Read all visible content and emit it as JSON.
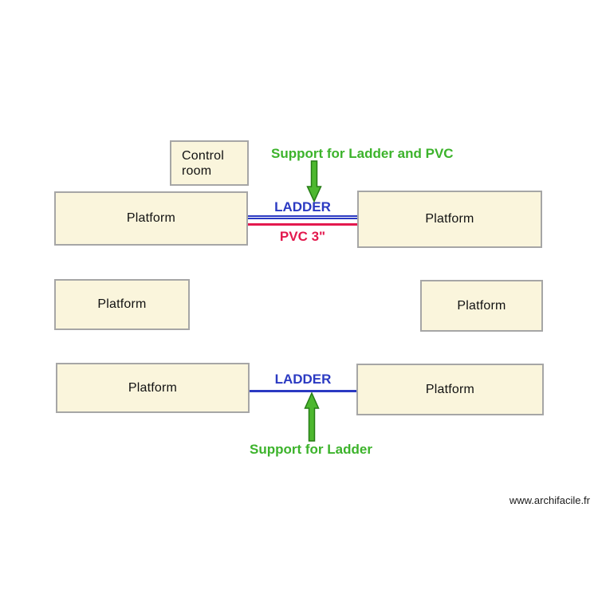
{
  "boxes": [
    {
      "label": "Control room"
    },
    {
      "label": "Platform"
    },
    {
      "label": "Platform"
    },
    {
      "label": "Platform"
    },
    {
      "label": "Platform"
    },
    {
      "label": "Platform"
    },
    {
      "label": "Platform"
    }
  ],
  "connectors": {
    "top_ladder": {
      "label": "LADDER"
    },
    "top_pvc": {
      "label": "PVC 3\""
    },
    "bottom_ladder": {
      "label": "LADDER"
    }
  },
  "annotations": {
    "top": {
      "label": "Support for Ladder and PVC"
    },
    "bottom": {
      "label": "Support for Ladder"
    }
  },
  "watermark": {
    "label": "www.archifacile.fr"
  },
  "colors": {
    "box_fill": "#FAF5DC",
    "box_border": "#A6A6A6",
    "ladder_blue": "#2B3AC2",
    "pvc_red": "#E3194E",
    "annotation_green": "#3CB32B",
    "arrow_fill": "#4DB82F",
    "arrow_outline": "#267D15",
    "text_black": "#111111"
  }
}
